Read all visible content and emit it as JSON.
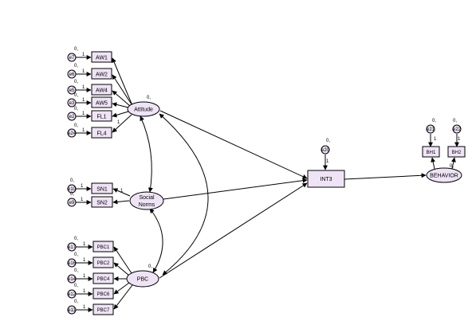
{
  "indicators": {
    "AW1": {
      "label": "AW1",
      "var": "0,",
      "weight": "1"
    },
    "AW2": {
      "label": "AW2",
      "var": "0,",
      "weight": "1"
    },
    "AW4": {
      "label": "AW4",
      "var": "0,",
      "weight": "1"
    },
    "AW5": {
      "label": "AW5",
      "var": "0,",
      "weight": "1"
    },
    "FL1": {
      "label": "FL1",
      "var": "0,",
      "weight": "1"
    },
    "FL4": {
      "label": "FL4",
      "var": "0,",
      "weight": "1"
    },
    "SN1": {
      "label": "SN1",
      "var": "0,",
      "weight": "1"
    },
    "SN2": {
      "label": "SN2",
      "var": "0,",
      "weight": "1"
    },
    "PBC1": {
      "label": "PBC1",
      "var": "0,",
      "weight": "1"
    },
    "PBC2": {
      "label": "PBC2",
      "var": "0,",
      "weight": "1"
    },
    "PBC4": {
      "label": "PBC4",
      "var": "0,",
      "weight": "1"
    },
    "PBC6": {
      "label": "PBC6",
      "var": "0,",
      "weight": "1"
    },
    "PBC7": {
      "label": "PBC7",
      "var": "0,",
      "weight": "1"
    },
    "BH1": {
      "label": "BH1",
      "var": "0,",
      "weight": "1"
    },
    "BH2": {
      "label": "BH2",
      "var": "0,",
      "weight": "1"
    }
  },
  "errors": {
    "e7": "e7",
    "e6": "e6",
    "e5": "e5",
    "e3": "e3",
    "e2": "e2",
    "e24": "e24",
    "e10": "e10",
    "e9": "e9",
    "e17": "e17",
    "e16": "e16",
    "e14": "e14",
    "e12": "e12",
    "e11": "e11",
    "e20": "e20",
    "e21": "e21",
    "e22": "e22"
  },
  "latents": {
    "attitude": {
      "label": "Attitude",
      "var": "0,"
    },
    "social_norms": {
      "line1": "Social",
      "line2": "Norms"
    },
    "pbc": {
      "label": "PBC",
      "var": "0,"
    },
    "behavior": {
      "label": "BEHAVIOR",
      "var": "0,"
    }
  },
  "int3": {
    "label": "INT3",
    "err_var": "0,",
    "err_weight": "1"
  },
  "loadings": {
    "attitude_fl4": "1",
    "sn_sn1": "1",
    "bh1": "1",
    "bh2": "1"
  }
}
